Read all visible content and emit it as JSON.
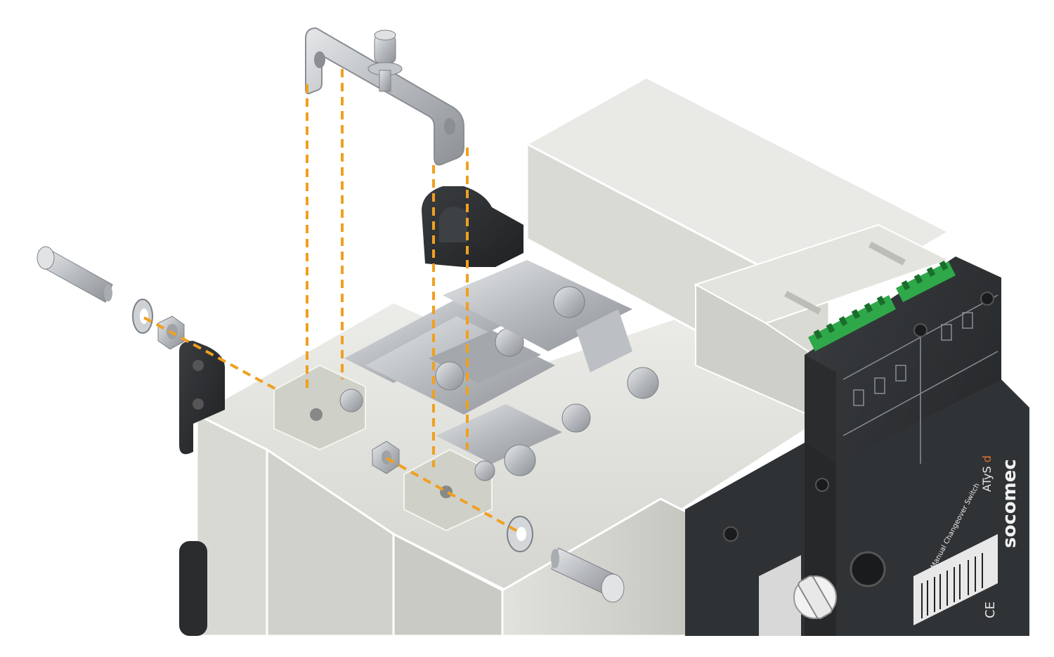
{
  "product": {
    "brand": "socomec",
    "model": "ATyS",
    "model_suffix": "d",
    "panel_text": "Manual Changeover Switch",
    "ce_mark": "CE"
  },
  "parts": {
    "bracket": "bracket",
    "bolt": "bolt",
    "washer": "washer",
    "nut": "nut",
    "terminal_cover": "terminal-cover"
  },
  "colors": {
    "guide_lines": "#f0a020",
    "housing": "#dcdcd6",
    "front_panel": "#2b2e30",
    "connector": "#2fa84a",
    "metal": "#b8bcc0"
  }
}
